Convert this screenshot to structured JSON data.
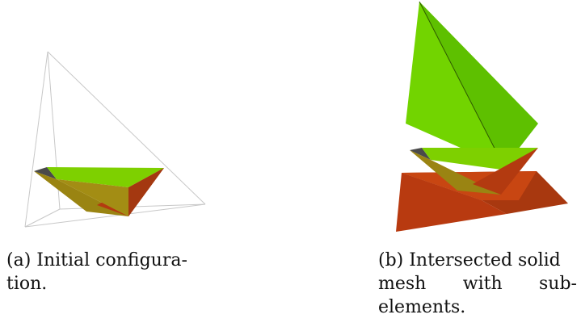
{
  "figure": {
    "colors": {
      "green_light": "#7ed000",
      "green_dark": "#5fbf00",
      "orange_dark": "#b33a10",
      "orange_light": "#d64a12",
      "olive": "#9a8412",
      "dark_gray": "#444444",
      "outline": "#cccccc"
    },
    "caption_a": {
      "line1": "(a) Initial configura-",
      "line2": "tion."
    },
    "caption_b": {
      "line1_left": "(b) Intersected solid",
      "line2_word1": "mesh",
      "line2_word2": "with",
      "line2_word3": "sub-",
      "line3": "elements."
    }
  }
}
